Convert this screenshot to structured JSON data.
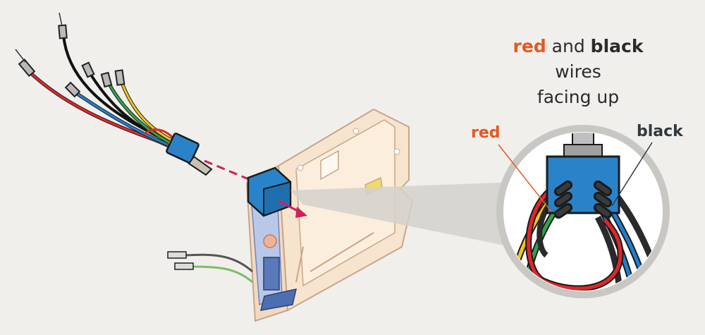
{
  "caption": {
    "line1_red": "red",
    "line1_and": " and ",
    "line1_black": "black",
    "line2": "wires",
    "line3": "facing up"
  },
  "labels": {
    "red": "red",
    "black": "black"
  },
  "colors": {
    "background": "#f1efec",
    "wire_red": "#e0262b",
    "wire_black": "#2a2a2a",
    "wire_blue": "#1e7fd0",
    "wire_green": "#2ea24a",
    "wire_yellow": "#f0c419",
    "switch_blue": "#2a83c8",
    "housing": "#f7e4cf",
    "accent_arrow": "#d21f5a",
    "label_red": "#e8571e"
  }
}
